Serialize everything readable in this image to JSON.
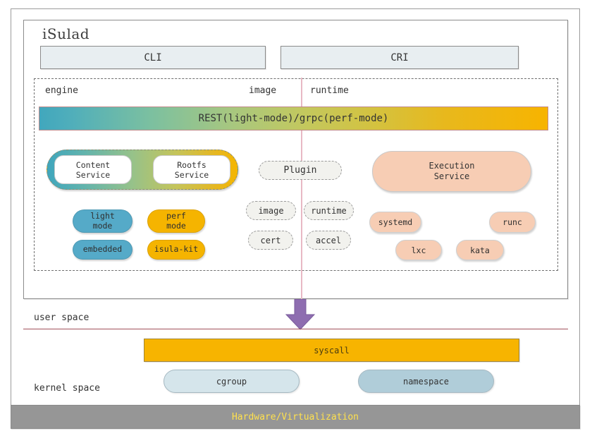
{
  "diagram": {
    "title": "iSulad",
    "interfaces": [
      {
        "name": "cli",
        "label": "CLI"
      },
      {
        "name": "cri",
        "label": "CRI"
      }
    ],
    "column_labels": {
      "engine": "engine",
      "image": "image",
      "runtime": "runtime"
    },
    "rest_bar": {
      "label": "REST(light-mode)/grpc(perf-mode)",
      "gradient_from": "#41a7bd",
      "gradient_to": "#f7b400"
    },
    "services_pill": {
      "items": [
        {
          "name": "content-service",
          "line1": "Content",
          "line2": "Service"
        },
        {
          "name": "rootfs-service",
          "line1": "Rootfs",
          "line2": "Service"
        }
      ]
    },
    "engine_modes": [
      {
        "name": "light-mode",
        "line1": "light",
        "line2": "mode",
        "color": "#55aac8"
      },
      {
        "name": "perf-mode",
        "line1": "perf",
        "line2": "mode",
        "color": "#f5b400"
      },
      {
        "name": "embedded",
        "line1": "embedded",
        "line2": "",
        "color": "#55aac8"
      },
      {
        "name": "isula-kit",
        "line1": "isula-kit",
        "line2": "",
        "color": "#f5b400"
      }
    ],
    "plugin": {
      "label": "Plugin",
      "items": [
        {
          "name": "image",
          "label": "image"
        },
        {
          "name": "runtime",
          "label": "runtime"
        },
        {
          "name": "cert",
          "label": "cert"
        },
        {
          "name": "accel",
          "label": "accel"
        }
      ]
    },
    "execution_service": {
      "line1": "Execution",
      "line2": "Service",
      "color": "#f7cdb4"
    },
    "runtimes": [
      {
        "name": "systemd",
        "label": "systemd"
      },
      {
        "name": "runc",
        "label": "runc"
      },
      {
        "name": "lxc",
        "label": "lxc"
      },
      {
        "name": "kata",
        "label": "kata"
      }
    ],
    "spaces": {
      "user": "user space",
      "kernel": "kernel space"
    },
    "kernel": {
      "syscall": "syscall",
      "cgroup": "cgroup",
      "namespace": "namespace"
    },
    "hardware": {
      "label": "Hardware/Virtualization",
      "text_color": "#ffe14d",
      "bar_color": "#969696"
    }
  }
}
